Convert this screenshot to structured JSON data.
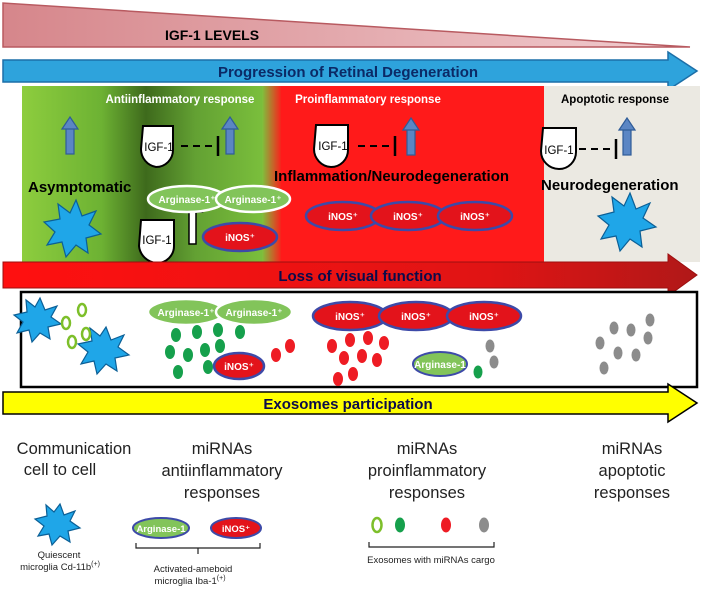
{
  "igf_bar": {
    "label": "IGF-1 LEVELS"
  },
  "progression_arrow": {
    "label": "Progression of Retinal Degeneration"
  },
  "stages": {
    "antiinflammatory": {
      "title": "Antiinflammatory response",
      "status": "Asymptomatic"
    },
    "proinflammatory": {
      "title": "Proinflammatory response",
      "status": "Inflammation/Neurodegeneration"
    },
    "apoptotic": {
      "title": "Apoptotic response",
      "status": "Neurodegeneration"
    }
  },
  "labels": {
    "igf1": "IGF-1",
    "arginase1": "Arginase-1⁺",
    "arginase1_short": "Arginase-1",
    "inos": "iNOS⁺"
  },
  "loss_arrow": {
    "label": "Loss of visual function"
  },
  "exosomes_arrow": {
    "label": "Exosomes participation"
  },
  "bottom_captions": {
    "communication": {
      "line1": "Communication",
      "line2": "cell to cell"
    },
    "mirnas_anti": {
      "line1": "miRNAs",
      "line2": "antiinflammatory",
      "line3": "responses"
    },
    "mirnas_pro": {
      "line1": "miRNAs",
      "line2": "proinflammatory",
      "line3": "responses"
    },
    "mirnas_apo": {
      "line1": "miRNAs",
      "line2": "apoptotic",
      "line3": "responses"
    }
  },
  "legend": {
    "quiescent": {
      "line1": "Quiescent",
      "line2": "microglia Cd-11b",
      "sup": "(+)"
    },
    "activated": {
      "line1": "Activated-ameboid",
      "line2": "microglia Iba-1",
      "sup": "(+)"
    },
    "exosomes": "Exosomes with miRNAs cargo"
  },
  "colors": {
    "igf_wedge": "#d9969a",
    "blue_arrow": "#2ea3dc",
    "green_panel": "#7ec53b",
    "red_panel": "#ff1a1a",
    "grey_panel": "#ebe9e2",
    "loss_arrow": "#e31818",
    "exosome_arrow": "#ffff00",
    "microglia": "#1fa6e8",
    "arginase_fill": "#82c45a",
    "inos_fill": "#e3131b",
    "green_dot": "#16a04c",
    "red_dot": "#ee1c24",
    "grey_dot": "#8c8c8c"
  }
}
